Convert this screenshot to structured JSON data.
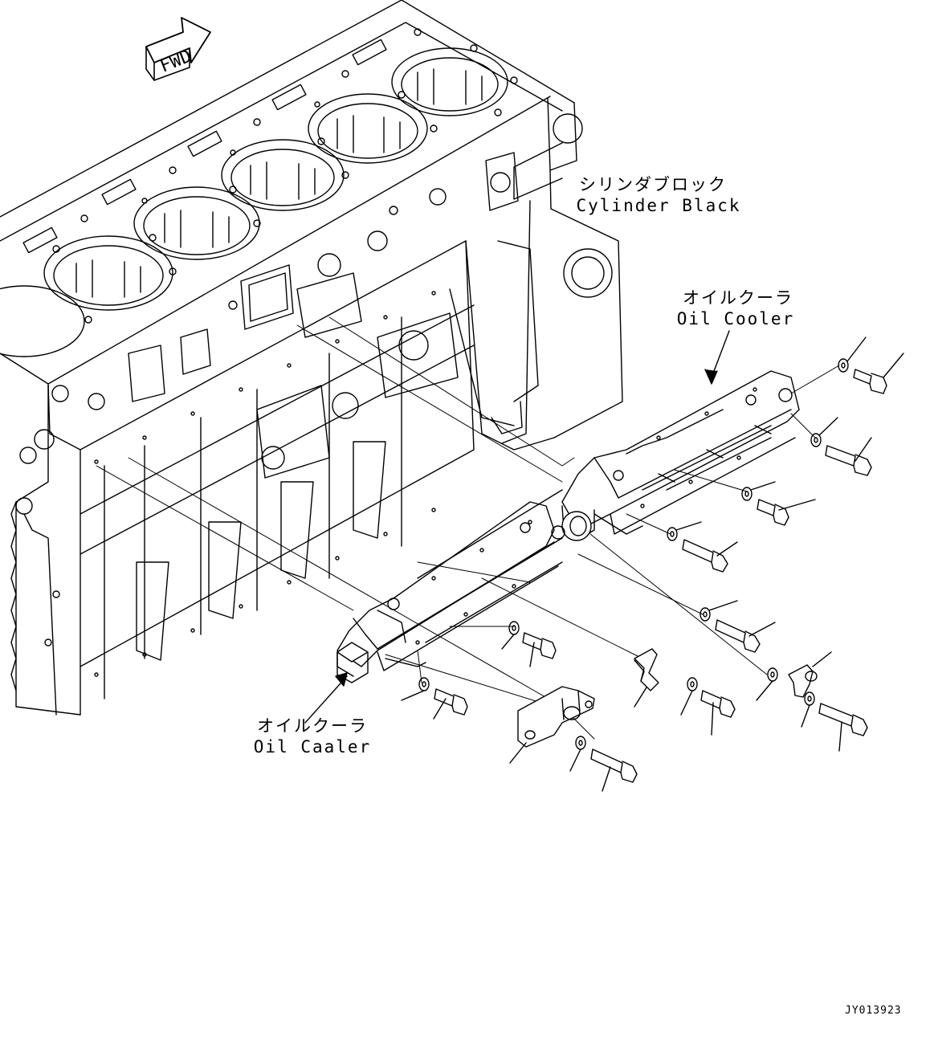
{
  "fwd_arrow": {
    "text": "FWD"
  },
  "labels": {
    "cylinder_block_jp": "シリンダブロック",
    "cylinder_block_en": "Cylinder Black",
    "oil_cooler_upper_jp": "オイルクーラ",
    "oil_cooler_upper_en": "Oil Cooler",
    "oil_cooler_lower_jp": "オイルクーラ",
    "oil_cooler_lower_en": "Oil Caaler"
  },
  "drawing_code": "JY013923",
  "colors": {
    "line": "#000000",
    "background": "#ffffff"
  }
}
